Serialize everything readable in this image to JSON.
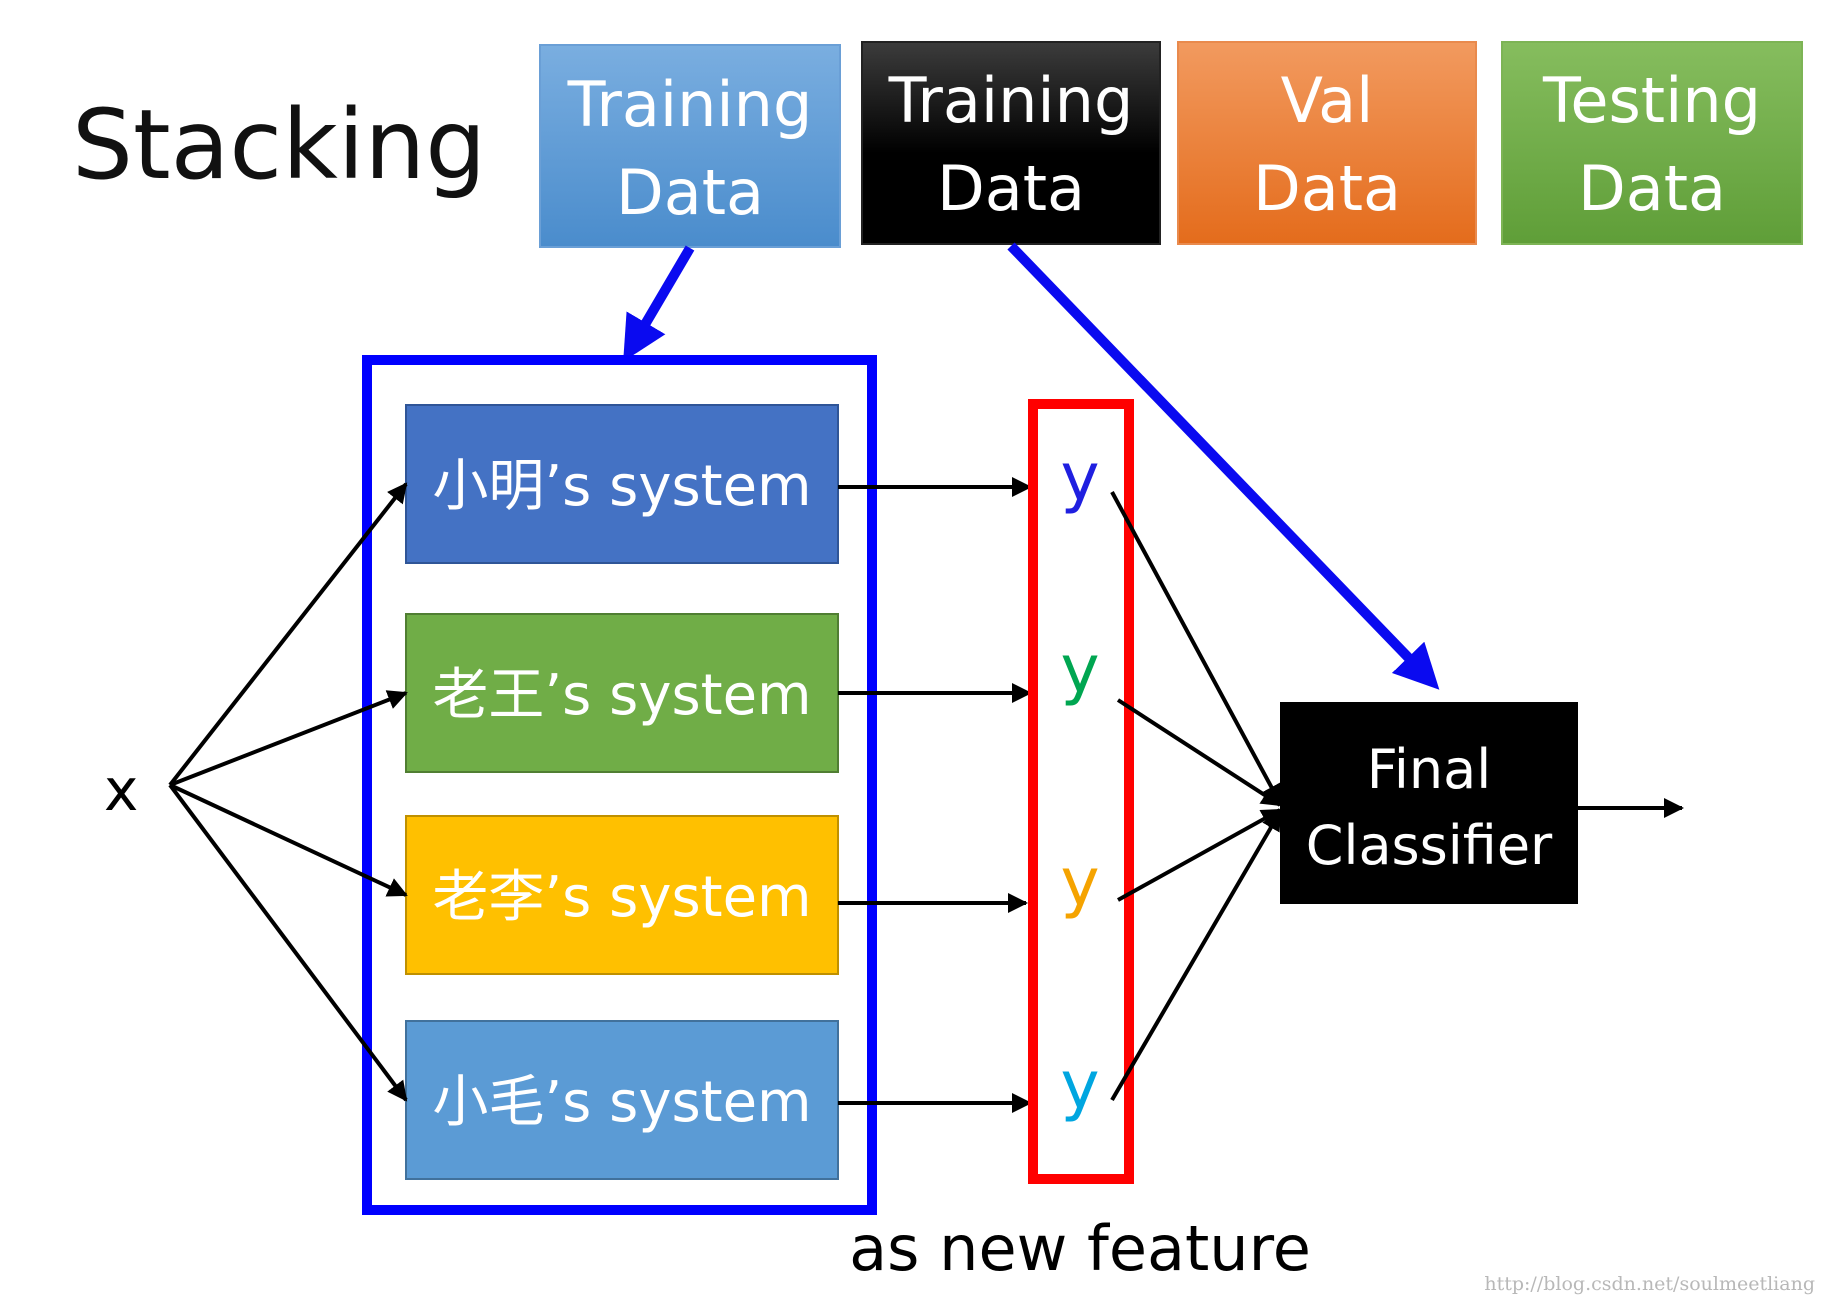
{
  "title": "Stacking",
  "data_boxes": [
    {
      "line1": "Training",
      "line2": "Data",
      "color": "#5b9bd5"
    },
    {
      "line1": "Training",
      "line2": "Data",
      "color": "#000000"
    },
    {
      "line1": "Val",
      "line2": "Data",
      "color": "#ed7d31"
    },
    {
      "line1": "Testing",
      "line2": "Data",
      "color": "#70ad47"
    }
  ],
  "systems": [
    {
      "label": "小明’s system",
      "color": "#4472c4"
    },
    {
      "label": "老王’s system",
      "color": "#70ad47"
    },
    {
      "label": "老李’s system",
      "color": "#ffc000"
    },
    {
      "label": "小毛’s system",
      "color": "#5b9bd5"
    }
  ],
  "input_label": "x",
  "outputs": [
    {
      "label": "y",
      "color": "#1f1fe0"
    },
    {
      "label": "y",
      "color": "#00a651"
    },
    {
      "label": "y",
      "color": "#f5a300"
    },
    {
      "label": "y",
      "color": "#00a6e0"
    }
  ],
  "final_classifier": {
    "line1": "Final",
    "line2": "Classifier"
  },
  "caption": "as new feature",
  "watermark": "http://blog.csdn.net/soulmeetliang",
  "colors": {
    "models_group_border": "#0000ff",
    "feature_group_border": "#ff0000",
    "arrow_blue": "#0a0af0"
  }
}
